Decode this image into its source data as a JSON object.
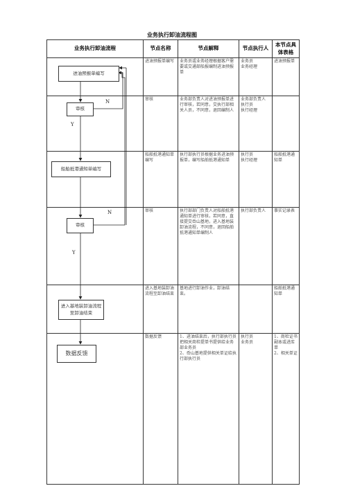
{
  "title": "业务执行卸油流程图",
  "headers": [
    "业务执行卸油流程",
    "节点名称",
    "节点解释",
    "节点执行人",
    "本节点具体表格"
  ],
  "flow": {
    "step1": "进油预报单编写",
    "step2": "审核",
    "step3": "船舶抵港通知单编写",
    "step4": "审核",
    "step5": "进入基地装卸油流程至卸油结束",
    "step6": "数据反馈",
    "n1": "N",
    "y1": "Y",
    "n2": "N",
    "y2": "Y"
  },
  "rows": [
    {
      "name": "进油预报单编写",
      "explain": "业务员或业务经理根据客户需要或交通部船报编制进油预报单",
      "executor": "业务员\n业务经理",
      "form": "进油预报单"
    },
    {
      "name": "审核",
      "explain": "业务部负责人对进油预报单进行审核，若同意，交执行部相关人员，不同意，退回编制人",
      "executor": "业务部负责人\n执行员\n执行经理",
      "form": ""
    },
    {
      "name": "船舶抵港通知单编写",
      "explain": "执行部执行员根据业务进油预报单，编写船舶抵港通知单",
      "executor": "执行员\n执行经理",
      "form": "船舶抵港通知单"
    },
    {
      "name": "审核",
      "explain": "执行部部门负责人对船舶抵港通知单进行审核，若同意，直接提交岙山基地，进入基地装卸油流程，不同意，退回船舶抵港通知单编制人",
      "executor": "执行部负责人",
      "form": "事实记录表"
    },
    {
      "name": "进入基地装卸油流程至卸油结束",
      "explain": "基地进行卸油作业，卸油结束。",
      "executor": "",
      "form": "船舶抵港通知单"
    },
    {
      "name": "数据反馈",
      "explain": "1、进油结束后，执行部执行员把相关商检提单书提供给业务部业务员\n2、岙山基地提供相关单证给执行部执行员",
      "executor": "执行员\n业务员",
      "form": "1、商检证书副本或进库单\n2、相关单证"
    }
  ]
}
